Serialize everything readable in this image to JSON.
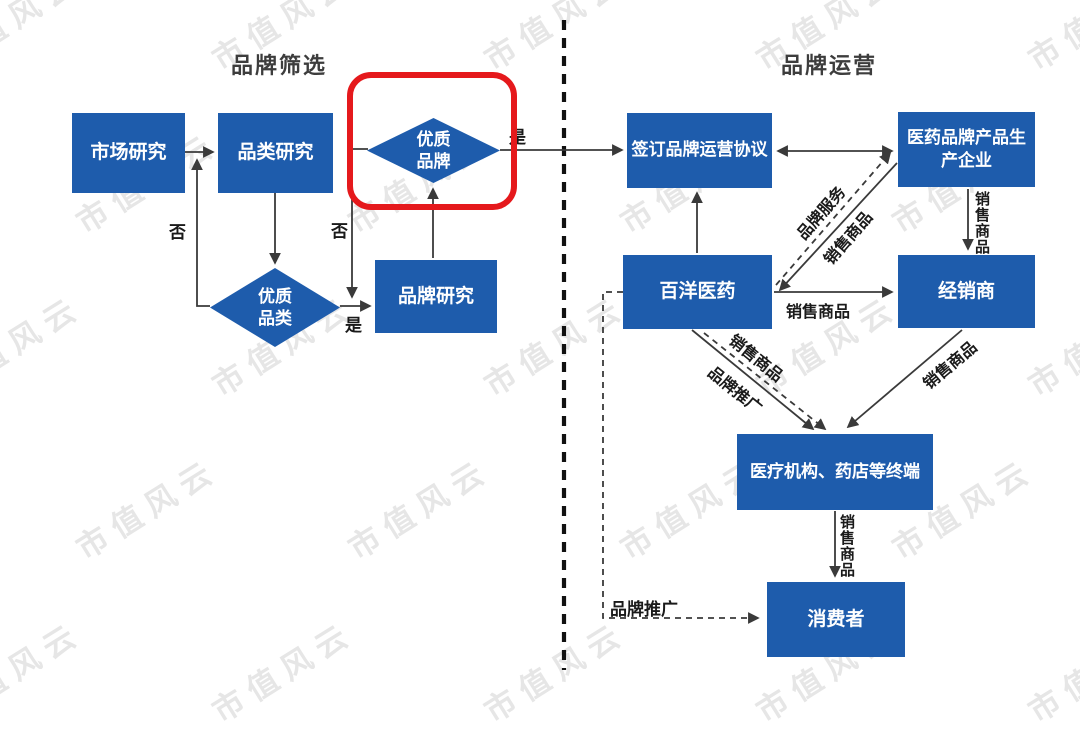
{
  "sections": {
    "left_title": "品牌筛选",
    "right_title": "品牌运营"
  },
  "nodes": {
    "market_research": "市场研究",
    "category_research": "品类研究",
    "quality_category": "优质\n品类",
    "quality_brand": "优质\n品牌",
    "brand_research": "品牌研究",
    "sign_agreement": "签订品牌运营协议",
    "manufacturer": "医药品牌产品生\n产企业",
    "baiyang": "百洋医药",
    "distributor": "经销商",
    "terminal": "医疗机构、药店等终端",
    "consumer": "消费者"
  },
  "labels": {
    "no_left": "否",
    "no_mid": "否",
    "yes_mid": "是",
    "yes_top": "是",
    "brand_service": "品牌服务",
    "sell_mfr_to_baiyang": "销售商品",
    "sell_mfr_to_dist": "销售商品",
    "sell_baiyang_to_dist": "销售商品",
    "sell_baiyang_to_term": "销售商品",
    "promo_baiyang_to_term": "品牌推广",
    "sell_dist_to_term": "销售商品",
    "sell_term_to_consumer": "销售商品",
    "promo_baiyang_to_consumer": "品牌推广"
  },
  "watermark": {
    "text": "市值风云"
  },
  "colors": {
    "node_fill": "#1e5cac",
    "highlight_red": "#e5191c",
    "line": "#3a3a3a",
    "watermark": "#e6e6e6"
  }
}
